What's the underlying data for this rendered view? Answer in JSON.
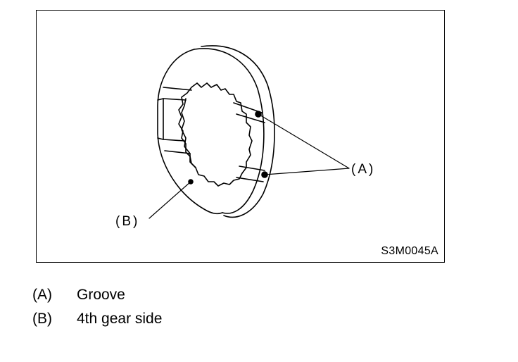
{
  "figure": {
    "code": "S3M0045A",
    "callouts": [
      {
        "id": "A",
        "text": "(A)"
      },
      {
        "id": "B",
        "text": "(B)"
      }
    ]
  },
  "legend": [
    {
      "key": "(A)",
      "label": "Groove"
    },
    {
      "key": "(B)",
      "label": "4th gear side"
    }
  ]
}
